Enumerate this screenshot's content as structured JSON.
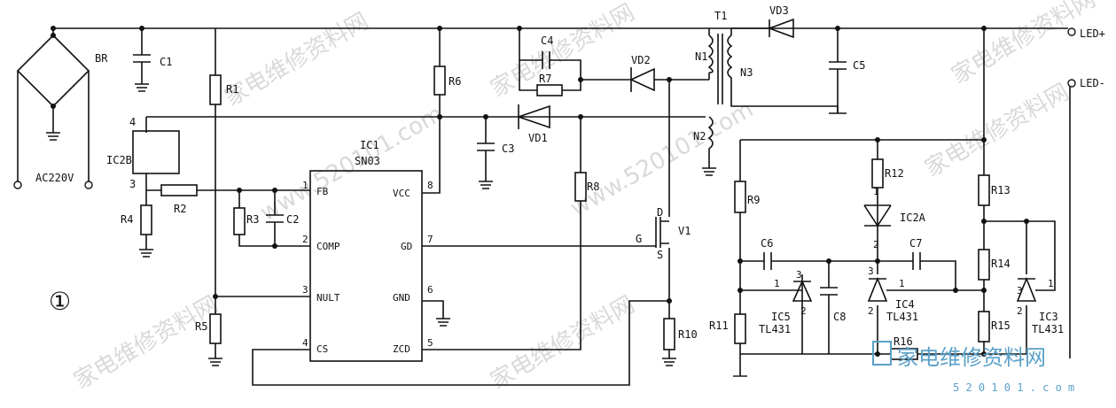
{
  "figure_number": "①",
  "labels": {
    "br": "BR",
    "ac": "AC220V",
    "c1": "C1",
    "r1": "R1",
    "r6": "R6",
    "c4": "C4",
    "r7": "R7",
    "vd2": "VD2",
    "vd1": "VD1",
    "t1": "T1",
    "n1": "N1",
    "n2": "N2",
    "n3": "N3",
    "vd3": "VD3",
    "c5": "C5",
    "led_plus": "LED+",
    "led_minus": "LED-",
    "ic2b": "IC2B",
    "pin4": "4",
    "pin3": "3",
    "r4": "R4",
    "r2": "R2",
    "r3": "R3",
    "c2": "C2",
    "c3": "C3",
    "r8": "R8",
    "r5": "R5",
    "v1": "V1",
    "d": "D",
    "g": "G",
    "s": "S",
    "r10": "R10",
    "ic1": "IC1",
    "ic1_part": "SN03",
    "r9": "R9",
    "r12": "R12",
    "ic2a": "IC2A",
    "r13": "R13",
    "c6": "C6",
    "c7": "C7",
    "r14": "R14",
    "r11": "R11",
    "c8": "C8",
    "r15": "R15",
    "r16": "R16",
    "ic5": "IC5",
    "ic4": "IC4",
    "ic3": "IC3",
    "tl431": "TL431"
  },
  "ic1_pins": {
    "fb": "FB",
    "comp": "COMP",
    "nult": "NULT",
    "cs": "CS",
    "vcc": "VCC",
    "gd": "GD",
    "gnd": "GND",
    "zcd": "ZCD",
    "n1": "1",
    "n2": "2",
    "n3": "3",
    "n4": "4",
    "n8": "8",
    "n7": "7",
    "n6": "6",
    "n5": "5"
  },
  "pin_nums": {
    "p1": "1",
    "p2": "2",
    "p3": "3"
  },
  "watermark": {
    "text": "家电维修资料网",
    "site": "www.520101.com",
    "brand": "家电维修资料网",
    "brand_url": "5 2 0 1 0 1 . c o m"
  },
  "colors": {
    "ink": "#111111",
    "watermark": "#d0d0d0",
    "brand": "#5aa0c8"
  }
}
